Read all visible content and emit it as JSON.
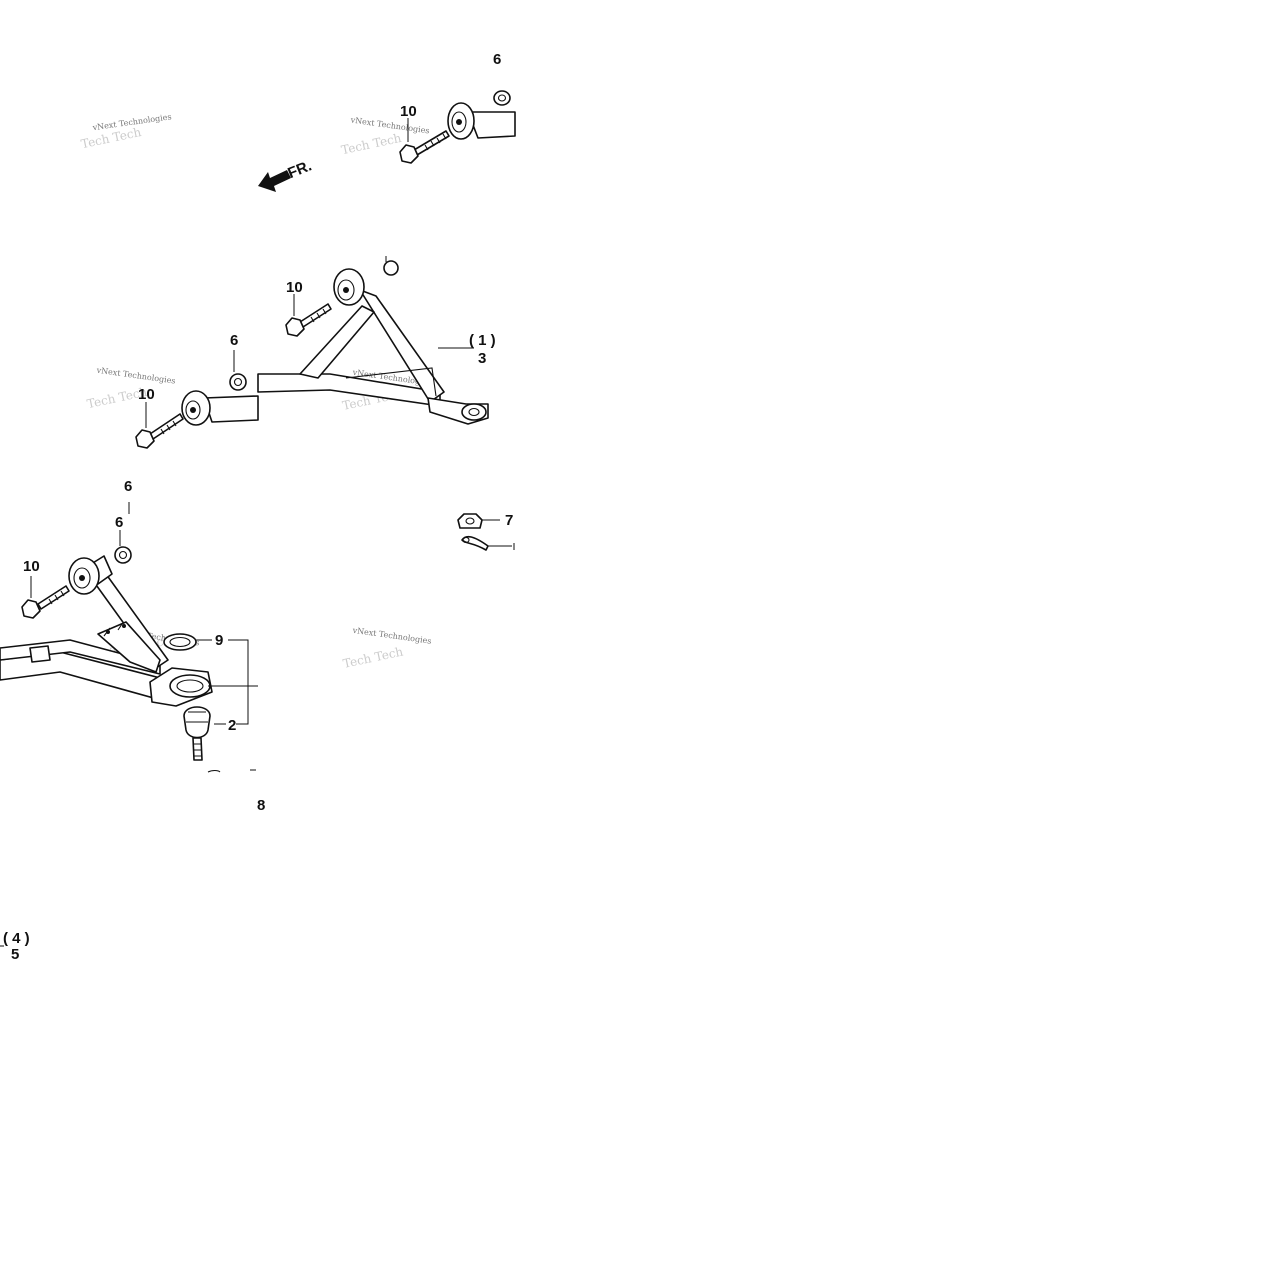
{
  "watermark": "vNext Technologies",
  "direction_marker": "FR.",
  "callouts": {
    "c6_top": "6",
    "c10_top": "10",
    "c10_mid_right": "10",
    "c1": "( 1 )",
    "c3": "3",
    "c6_mid": "6",
    "c10_mid_left": "10",
    "c6_low_a": "6",
    "c6_low_b": "6",
    "c10_low": "10",
    "c7": "7",
    "c9": "9",
    "c2": "2",
    "c8": "8",
    "c4": "( 4 )",
    "c5": "5"
  }
}
